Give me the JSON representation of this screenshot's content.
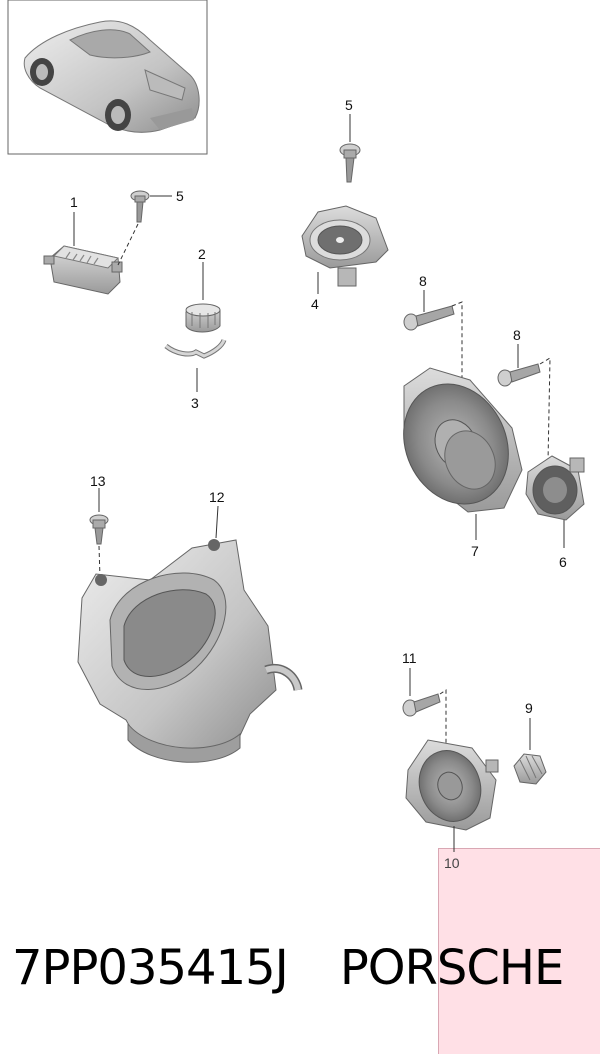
{
  "callouts": [
    {
      "id": "label-1",
      "text": "1"
    },
    {
      "id": "label-2",
      "text": "2"
    },
    {
      "id": "label-3",
      "text": "3"
    },
    {
      "id": "label-4",
      "text": "4"
    },
    {
      "id": "label-5-top",
      "text": "5"
    },
    {
      "id": "label-5-left",
      "text": "5"
    },
    {
      "id": "label-6",
      "text": "6"
    },
    {
      "id": "label-7",
      "text": "7"
    },
    {
      "id": "label-8-left",
      "text": "8"
    },
    {
      "id": "label-8-right",
      "text": "8"
    },
    {
      "id": "label-9",
      "text": "9"
    },
    {
      "id": "label-10",
      "text": "10"
    },
    {
      "id": "label-11",
      "text": "11"
    },
    {
      "id": "label-12",
      "text": "12"
    },
    {
      "id": "label-13",
      "text": "13"
    }
  ],
  "footer": {
    "part_number": "7PP035415J",
    "brand": "PORSCHE"
  },
  "colors": {
    "part_fill": "#cfcfcf",
    "part_dark": "#8e8e8e",
    "highlight": "#ffe0e6"
  }
}
